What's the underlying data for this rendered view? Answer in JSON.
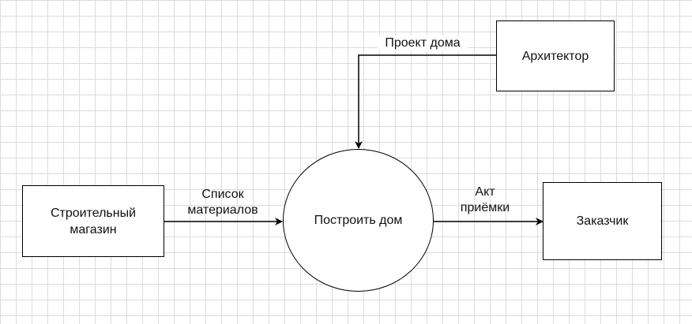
{
  "nodes": {
    "architect": {
      "label": "Архитектор"
    },
    "store": {
      "line1": "Строительный",
      "line2": "магазин"
    },
    "process": {
      "label": "Построить дом"
    },
    "customer": {
      "label": "Заказчик"
    }
  },
  "flows": {
    "house_project": {
      "label": "Проект дома"
    },
    "materials_list": {
      "line1": "Список",
      "line2": "материалов"
    },
    "acceptance_act": {
      "line1": "Акт",
      "line2": "приёмки"
    }
  },
  "colors": {
    "stroke": "#000000",
    "grid": "#dcdcdc",
    "background": "#ffffff"
  }
}
